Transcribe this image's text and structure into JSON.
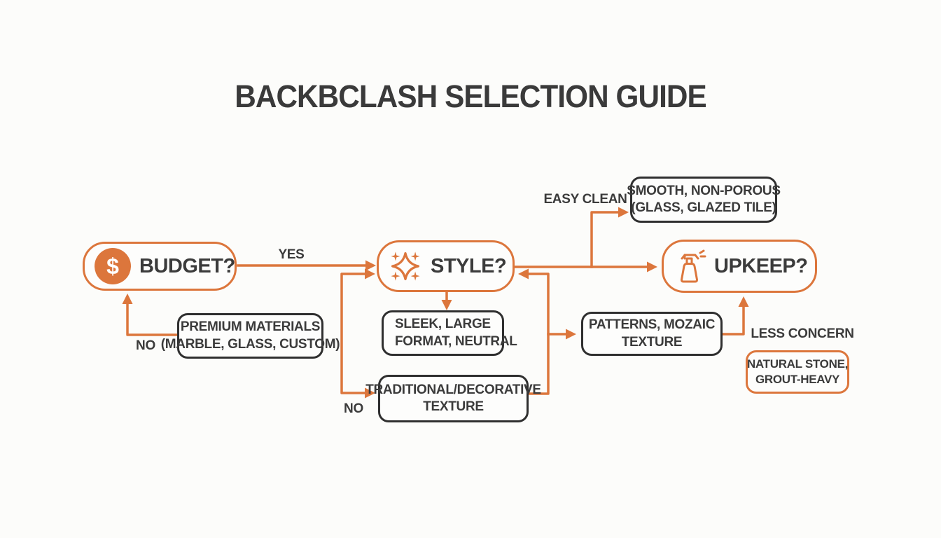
{
  "title": "BACKBCLASH SELECTION GUIDE",
  "colors": {
    "accent_orange": "#dc763c",
    "outline_dark": "#2f2f2f",
    "text_dark": "#3b3b3b",
    "background": "#fcfcfa"
  },
  "nodes": {
    "budget": {
      "label": "BUDGET?",
      "icon": "dollar-circle-icon",
      "icon_glyph": "$"
    },
    "style": {
      "label": "STYLE?",
      "icon": "sparkle-icon"
    },
    "upkeep": {
      "label": "UPKEEP?",
      "icon": "spray-bottle-icon"
    },
    "premium": {
      "line1": "PREMIUM MATERIALS",
      "line2": "(MARBLE, GLASS, CUSTOM)"
    },
    "sleek": {
      "line1": "SLEEK, LARGE",
      "line2": "FORMAT, NEUTRAL"
    },
    "traditional": {
      "line1": "TRADITIONAL/DECORATIVE",
      "line2": "TEXTURE"
    },
    "patterns": {
      "line1": "PATTERNS, MOZAIC",
      "line2": "TEXTURE"
    },
    "smooth": {
      "line1": "SMOOTH, NON-POROUS",
      "line2": "(GLASS, GLAZED TILE)"
    },
    "natural": {
      "line1": "NATURAL STONE,",
      "line2": "GROUT-HEAVY"
    }
  },
  "edge_labels": {
    "yes": "YES",
    "no_budget": "NO",
    "no_style": "NO",
    "easy_clean": "EASY CLEAN",
    "less_concern": "LESS CONCERN"
  }
}
